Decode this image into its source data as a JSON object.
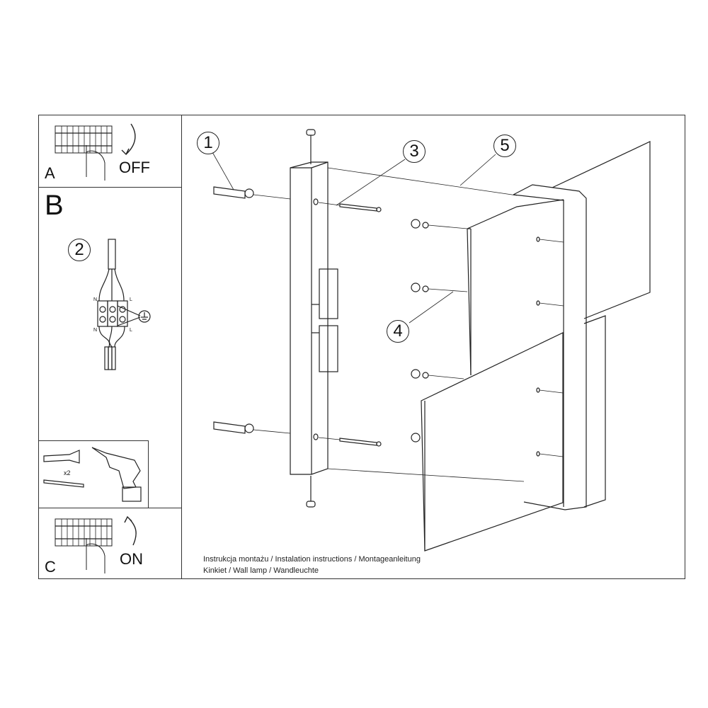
{
  "document": {
    "type": "installation-instructions",
    "caption_line1": "Instrukcja montażu / Instalation instructions / Montageanleitung",
    "caption_line2": "Kinkiet / Wall lamp / Wandleuchte"
  },
  "steps": {
    "A": {
      "letter": "A",
      "action_label": "OFF",
      "icon": "circuit-breaker-switch-off-icon"
    },
    "B": {
      "letter": "B",
      "callout": "2",
      "terminal_labels": {
        "top_left": "N",
        "top_right": "L",
        "bottom_left": "N",
        "bottom_right": "L"
      },
      "icon": "ground-symbol-icon"
    },
    "drill": {
      "quantity_label": "x2",
      "icons": [
        "wall-plug-icon",
        "screw-icon",
        "drill-icon"
      ]
    },
    "C": {
      "letter": "C",
      "action_label": "ON",
      "icon": "circuit-breaker-switch-on-icon"
    }
  },
  "callouts": [
    {
      "number": "1",
      "part": "wall-plug"
    },
    {
      "number": "2",
      "part": "terminal-block"
    },
    {
      "number": "3",
      "part": "screw"
    },
    {
      "number": "4",
      "part": "nut-washer"
    },
    {
      "number": "5",
      "part": "mounting-bracket"
    }
  ],
  "colors": {
    "line": "#222222",
    "background": "#ffffff",
    "border": "#333333"
  }
}
